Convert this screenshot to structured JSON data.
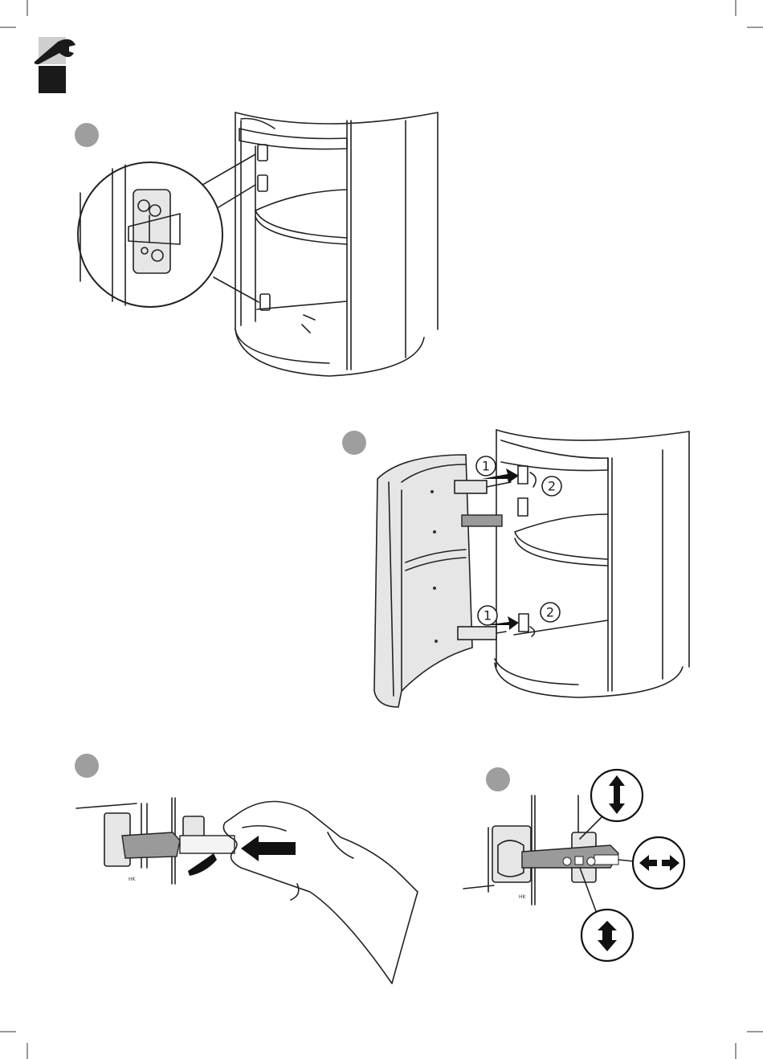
{
  "sequence": {
    "frame1_callout_numbers": [
      "1",
      "2"
    ],
    "frame1_callout_numbers_lower": [
      "1",
      "2"
    ]
  },
  "hinge_marking": "HK",
  "colors": {
    "step_marker": "#9e9e9e",
    "tool_icon_light": "#cfcfcf",
    "tool_icon_dark": "#1a1a1a",
    "panel_fill": "#e6e6e6",
    "lever_fill": "#7d7d7d"
  },
  "icons": [
    "wrench-icon",
    "arrow-up-down-icon",
    "arrow-left-right-icon",
    "arrow-in-out-icon"
  ]
}
